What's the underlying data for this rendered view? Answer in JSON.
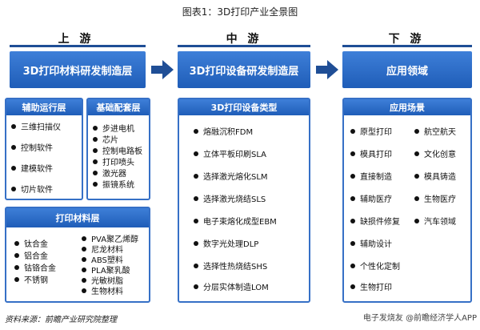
{
  "title": "图表1：3D打印产业全景图",
  "stages": {
    "upstream": "上 游",
    "midstream": "中 游",
    "downstream": "下 游"
  },
  "headers": {
    "upstream": "3D打印材料研发制造层",
    "midstream": "3D打印设备研发制造层",
    "downstream": "应用领域"
  },
  "aux_ops": {
    "title": "辅助运行层",
    "items": [
      "三维扫描仪",
      "控制软件",
      "建模软件",
      "切片软件"
    ]
  },
  "basic_parts": {
    "title": "基础配套层",
    "items": [
      "步进电机",
      "芯片",
      "控制电路板",
      "打印喷头",
      "激光器",
      "振镜系统"
    ]
  },
  "materials": {
    "title": "打印材料层",
    "left": [
      "钛合金",
      "铝合金",
      "钴铬合金",
      "不锈钢"
    ],
    "right": [
      "PVA聚乙烯醇",
      "尼龙材料",
      "ABS塑料",
      "PLA聚乳酸",
      "光敏树脂",
      "生物材料"
    ]
  },
  "equipment": {
    "title": "3D打印设备类型",
    "items": [
      "熔融沉积FDM",
      "立体平板印刷SLA",
      "选择激光熔化SLM",
      "选择激光烧结SLS",
      "电子束熔化成型EBM",
      "数字光处理DLP",
      "选择性热烧结SHS",
      "分层实体制造LOM"
    ]
  },
  "applications": {
    "title": "应用场景",
    "left": [
      "原型打印",
      "模具打印",
      "直接制造",
      "辅助医疗",
      "缺损件修复",
      "辅助设计",
      "个性化定制",
      "生物打印"
    ],
    "right": [
      "航空航天",
      "文化创意",
      "模具铸造",
      "生物医疗",
      "汽车领域"
    ]
  },
  "source": "资料来源：前瞻产业研究院整理",
  "credit": "电子发烧友 @前瞻经济学人APP",
  "colors": {
    "primary": "#1f5db8",
    "border": "#3670c6",
    "arrow": "#1f4e96"
  }
}
